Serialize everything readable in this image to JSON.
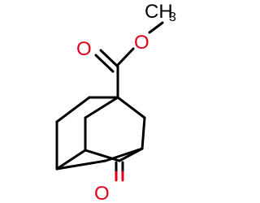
{
  "molecule": {
    "colors": {
      "bond": "#000000",
      "oxygen": "#e0001a",
      "background": "#ffffff"
    },
    "labels": {
      "methyl_main": "CH",
      "methyl_sub": "3",
      "ester_carbonyl_o": "O",
      "ester_single_o": "O",
      "ketone_o": "O"
    }
  }
}
